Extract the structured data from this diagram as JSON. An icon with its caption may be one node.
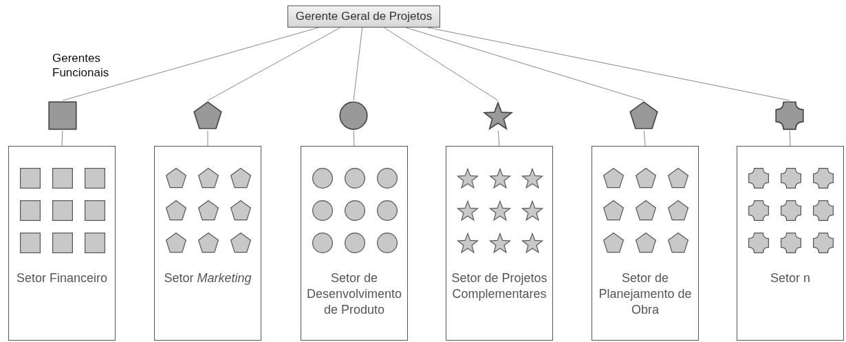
{
  "diagram": {
    "nodes": [
      {
        "text": [
          "Gerente Geral de Projetos"
        ]
      },
      {
        "text": [],
        "shape": "box"
      },
      {
        "text": [],
        "shape": "pentagon"
      },
      {
        "text": [],
        "shape": "circle"
      },
      {
        "text": [],
        "shape": "star"
      },
      {
        "text": [],
        "shape": "pentagon"
      },
      {
        "text": [],
        "shape": "octagon"
      },
      {
        "text": [
          "Setor Financeiro"
        ]
      },
      {
        "text": [
          "Setor *Marketing*"
        ]
      },
      {
        "text": [
          "Setor de Desenvolvimento de Produto"
        ]
      },
      {
        "text": [
          "Setor de Projetos Complementares"
        ]
      },
      {
        "text": [
          "Setor de Planejamento de Obra"
        ]
      },
      {
        "text": [
          "Setor n"
        ]
      }
    ],
    "edges": [
      {
        "from": 0,
        "to": 1,
        "arrow": "none"
      },
      {
        "from": 0,
        "to": 2,
        "arrow": "none"
      },
      {
        "from": 0,
        "to": 3,
        "arrow": "none"
      },
      {
        "from": 0,
        "to": 4,
        "arrow": "none"
      },
      {
        "from": 0,
        "to": 5,
        "arrow": "none"
      },
      {
        "from": 0,
        "to": 6,
        "arrow": "none"
      },
      {
        "from": 1,
        "to": 7,
        "arrow": "none"
      },
      {
        "from": 2,
        "to": 8,
        "arrow": "none"
      },
      {
        "from": 3,
        "to": 9,
        "arrow": "none"
      },
      {
        "from": 4,
        "to": 10,
        "arrow": "none"
      },
      {
        "from": 5,
        "to": 11,
        "arrow": "none"
      },
      {
        "from": 6,
        "to": 12,
        "arrow": "none"
      }
    ],
    "labels": [
      "Gerentes Funcionais"
    ]
  }
}
